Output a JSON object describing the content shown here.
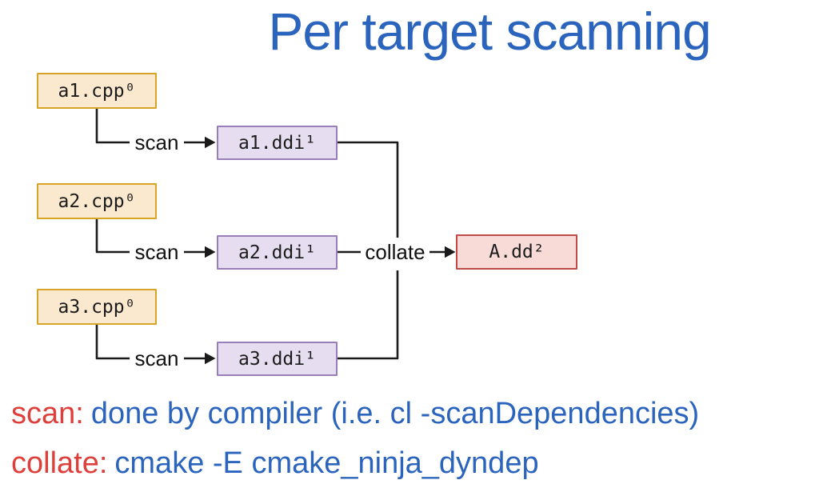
{
  "title": "Per target scanning",
  "diagram": {
    "rows": [
      {
        "source": "a1.cpp⁰",
        "scan": "scan",
        "output": "a1.ddi¹"
      },
      {
        "source": "a2.cpp⁰",
        "scan": "scan",
        "output": "a2.ddi¹"
      },
      {
        "source": "a3.cpp⁰",
        "scan": "scan",
        "output": "a3.ddi¹"
      }
    ],
    "collate": "collate",
    "result": "A.dd²"
  },
  "legend": {
    "scan_term": "scan:",
    "scan_desc": "done by compiler (i.e. cl -scanDependencies)",
    "collate_term": "collate:",
    "collate_desc": "cmake -E cmake_ninja_dyndep"
  },
  "colors": {
    "title_blue": "#2B64BC",
    "legend_red": "#DE3F3B",
    "line_black": "#1a1a1a",
    "source_fill": "#FBE9CF",
    "source_border": "#D6A427",
    "ddi_fill": "#E6DEF0",
    "ddi_border": "#9A7EB8",
    "result_fill": "#F8DBD6",
    "result_border": "#BE4B48"
  }
}
